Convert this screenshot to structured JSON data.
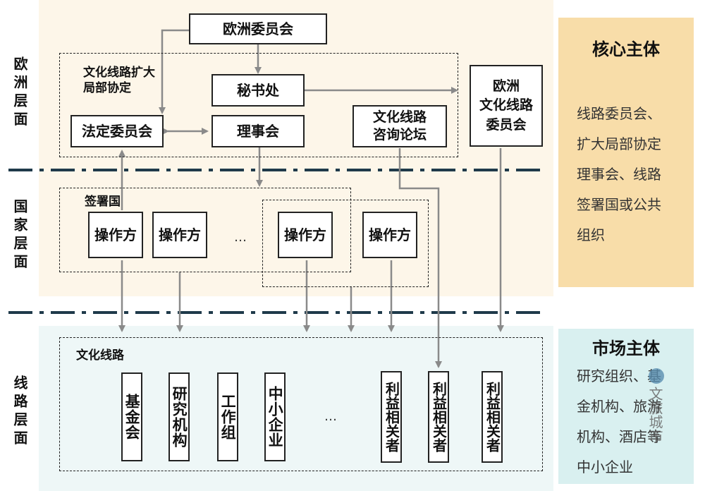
{
  "levels": {
    "eu": "欧洲层面",
    "national": "国家层面",
    "route": "线路层面"
  },
  "eu": {
    "commission": "欧洲委员会",
    "epa": "文化线路扩大\n局部协定",
    "secretariat": "秘书处",
    "statutory": "法定委员会",
    "board": "理事会",
    "forum": "文化线路\n咨询论坛",
    "route_committee": "欧洲\n文化线路\n委员会"
  },
  "national": {
    "signatories": "签署国",
    "operators": [
      "操作方",
      "操作方",
      "操作方",
      "操作方"
    ],
    "ellipsis": "…"
  },
  "route": {
    "title": "文化线路",
    "items": [
      "基金会",
      "研究机构",
      "工作组",
      "中小企业",
      "利益相关者",
      "利益相关者",
      "利益相关者"
    ],
    "ellipsis": "…"
  },
  "core_panel": {
    "title": "核心主体",
    "lines": [
      "线路委员会、",
      "扩大局部协定",
      "理事会、线路",
      "签署国或公共",
      "组织"
    ]
  },
  "market_panel": {
    "title": "市场主体",
    "lines": [
      "研究组织、基",
      "金机构、旅游",
      "机构、酒店等",
      "中小企业"
    ]
  },
  "watermark": "文旅城市"
}
